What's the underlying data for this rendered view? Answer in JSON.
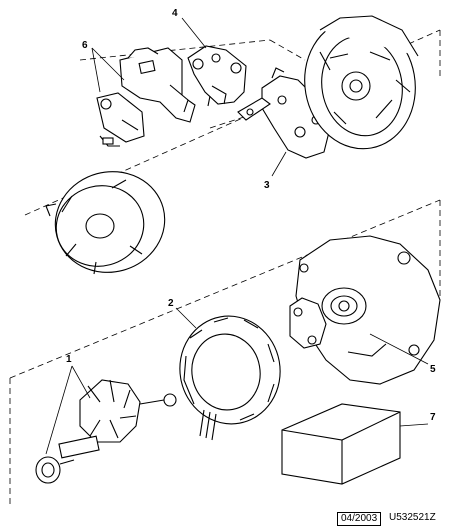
{
  "callouts": {
    "c1": "1",
    "c2": "2",
    "c3": "3",
    "c4": "4",
    "c5": "5",
    "c6": "6",
    "c7": "7"
  },
  "footer": {
    "date": "04/2003",
    "reference": "U532521Z"
  }
}
